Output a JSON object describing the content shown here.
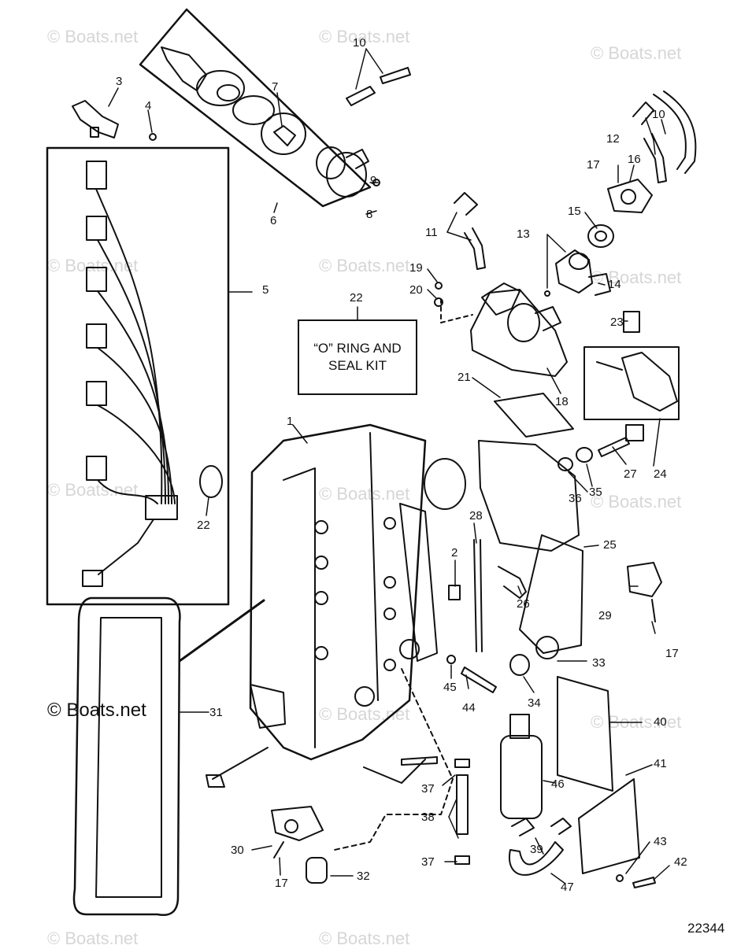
{
  "watermark": "© Boats.net",
  "diagram_number": "22344",
  "kit_label": {
    "line1": "“O” RING AND",
    "line2": "SEAL KIT"
  },
  "callouts": {
    "c1": "1",
    "c2": "2",
    "c3": "3",
    "c4": "4",
    "c5": "5",
    "c6": "6",
    "c7": "7",
    "c8": "8",
    "c9": "9",
    "c10a": "10",
    "c10b": "10",
    "c11": "11",
    "c12": "12",
    "c13": "13",
    "c14": "14",
    "c15": "15",
    "c16": "16",
    "c17a": "17",
    "c17b": "17",
    "c17c": "17",
    "c18": "18",
    "c19": "19",
    "c20": "20",
    "c21": "21",
    "c22a": "22",
    "c22b": "22",
    "c23": "23",
    "c24": "24",
    "c25": "25",
    "c26": "26",
    "c27": "27",
    "c28": "28",
    "c29": "29",
    "c30": "30",
    "c31": "31",
    "c32": "32",
    "c33": "33",
    "c34": "34",
    "c35": "35",
    "c36": "36",
    "c37a": "37",
    "c37b": "37",
    "c38": "38",
    "c39": "39",
    "c40": "40",
    "c41": "41",
    "c42": "42",
    "c43": "43",
    "c44": "44",
    "c45": "45",
    "c46": "46",
    "c47": "47"
  }
}
